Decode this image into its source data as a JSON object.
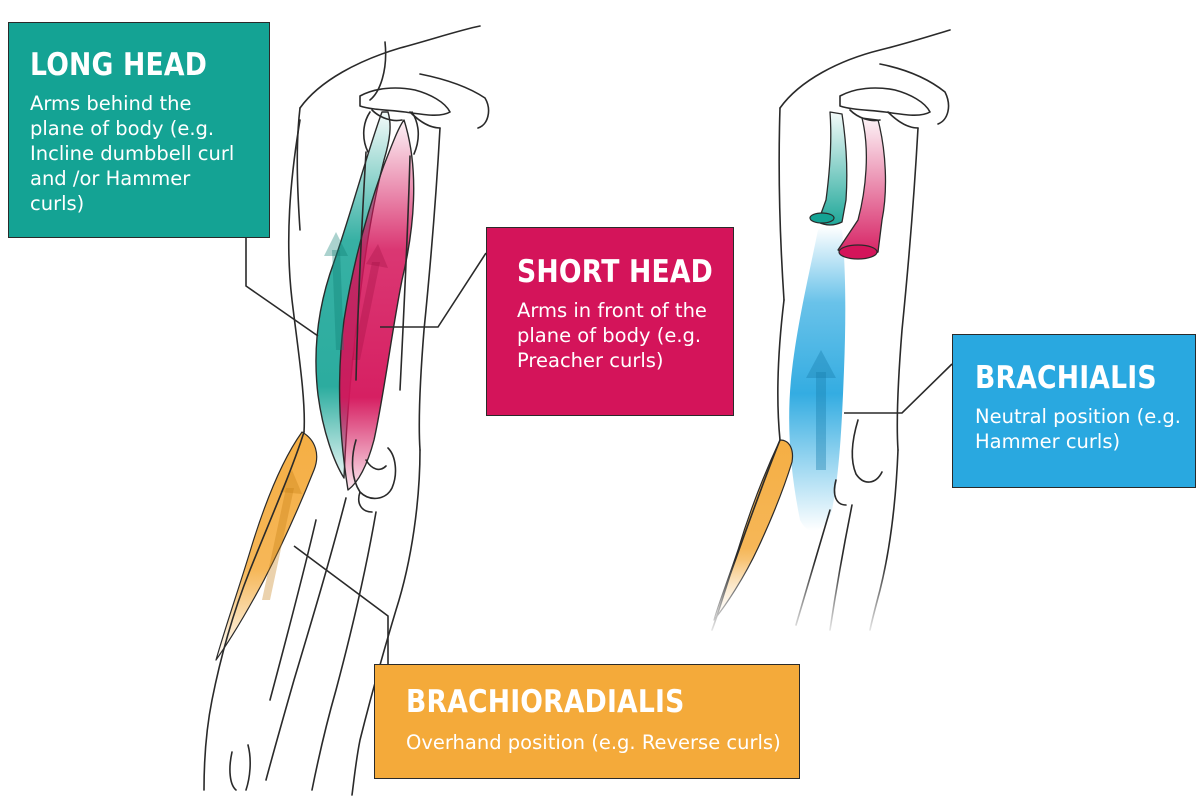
{
  "colors": {
    "long_head": "#14a394",
    "short_head": "#d4145a",
    "brachialis": "#29a8e0",
    "brachioradialis": "#f4aa3a",
    "outline": "#2a2a2a"
  },
  "labels": {
    "long_head": {
      "title": "LONG HEAD",
      "description": "Arms behind the plane of body (e.g. Incline dumbbell curl and /or Hammer curls)"
    },
    "short_head": {
      "title": "SHORT HEAD",
      "description": "Arms in front of the plane of body (e.g. Preacher curls)"
    },
    "brachialis": {
      "title": "BRACHIALIS",
      "description": "Neutral position (e.g. Hammer curls)"
    },
    "brachioradialis": {
      "title": "BRACHIORADIALIS",
      "description": "Overhand position (e.g. Reverse curls)"
    }
  }
}
